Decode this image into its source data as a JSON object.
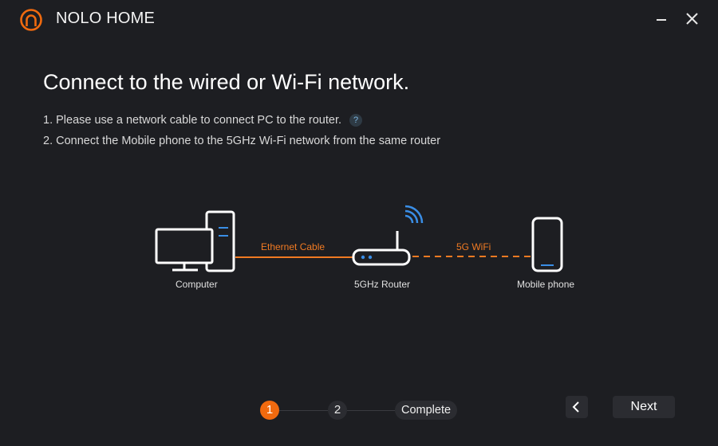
{
  "app": {
    "title": "NOLO HOME"
  },
  "window_controls": {
    "minimize_icon": "minimize-icon",
    "close_icon": "close-icon"
  },
  "page": {
    "heading": "Connect to the wired or Wi-Fi network.",
    "steps": [
      "1. Please use a network cable to connect PC to the router.",
      "2. Connect the Mobile phone to the 5GHz Wi-Fi network from the same router"
    ],
    "help_glyph": "?"
  },
  "diagram": {
    "computer_label": "Computer",
    "router_label": "5GHz Router",
    "phone_label": "Mobile phone",
    "cable_label": "Ethernet Cable",
    "wifi_label": "5G WiFi",
    "accent_color": "#f07a22",
    "led_color": "#3a8ee6"
  },
  "stepper": {
    "step1": "1",
    "step2": "2",
    "complete": "Complete",
    "active_color": "#f06a0f"
  },
  "nav": {
    "back_icon": "chevron-left-icon",
    "next_label": "Next"
  }
}
